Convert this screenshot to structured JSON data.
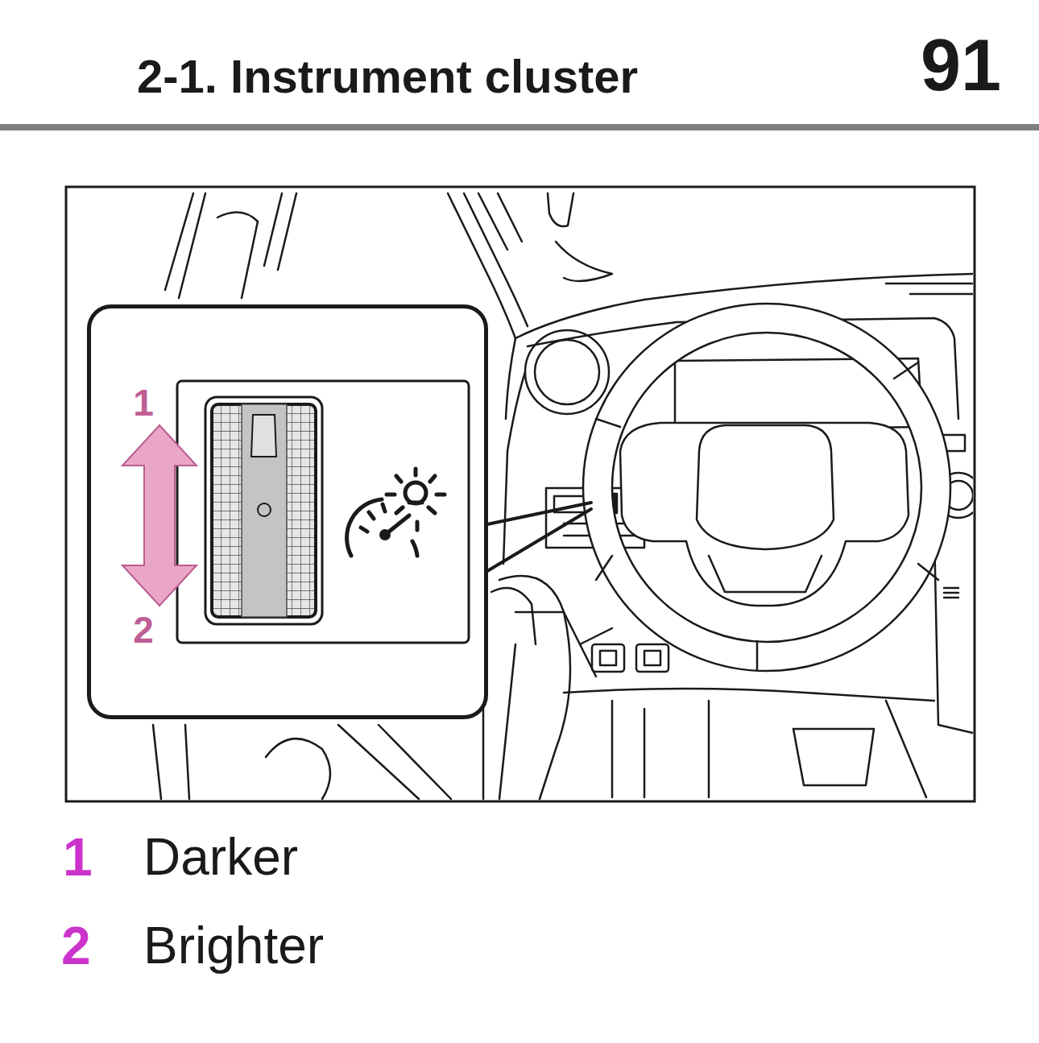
{
  "diagram": {
    "title": "2-1. Instrument cluster",
    "nodes": [
      {
        "text": [
          "1",
          "2"
        ]
      }
    ],
    "labels": [
      "91",
      "1",
      "Darker",
      "2",
      "Brighter"
    ]
  }
}
